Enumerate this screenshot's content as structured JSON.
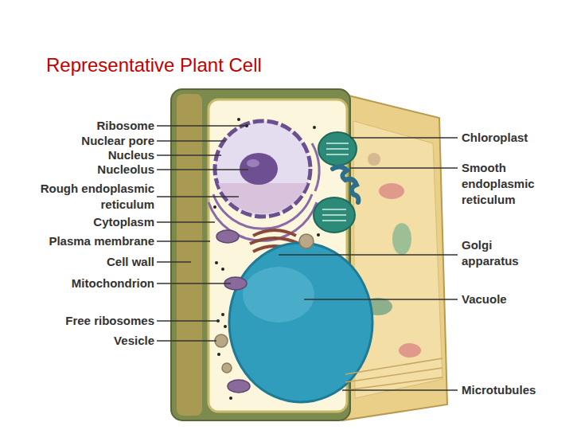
{
  "diagram": {
    "title": "Representative Plant Cell",
    "labels": [
      "Ribosome",
      "Nuclear pore",
      "Nucleus",
      "Nucleolus",
      "Rough endoplasmic reticulum",
      "Cytoplasm",
      "Plasma membrane",
      "Cell wall",
      "Mitochondrion",
      "Free ribosomes",
      "Vesicle",
      "Chloroplast",
      "Smooth endoplasmic reticulum",
      "Golgi apparatus",
      "Vacuole",
      "Microtubules"
    ]
  }
}
